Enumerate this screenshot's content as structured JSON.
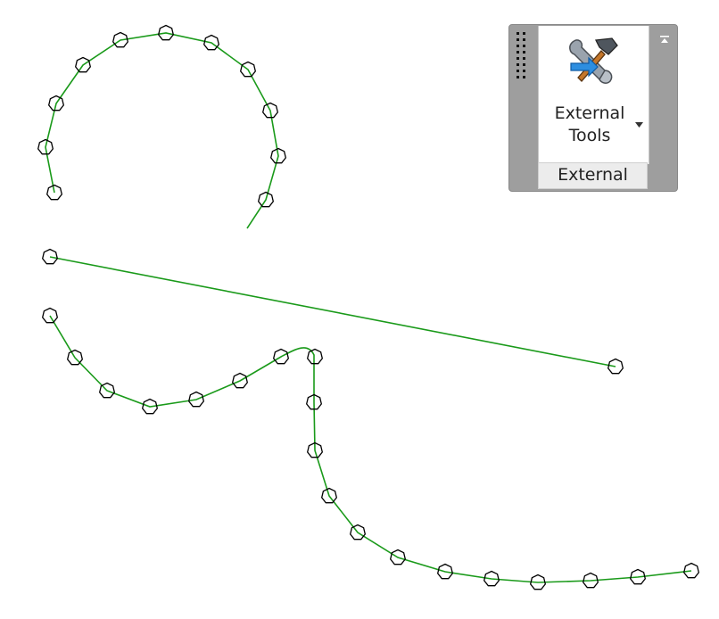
{
  "drawing": {
    "line_color": "#1a9a1a",
    "marker_color": "#000000",
    "background": "#ffffff"
  },
  "panel": {
    "tool_label_line1": "External",
    "tool_label_line2": "Tools",
    "footer_label": "External",
    "icon": "wrench-hammer-arrow-icon",
    "dropdown_icon": "chevron-down-icon",
    "collapse_icon": "collapse-panel-icon"
  }
}
